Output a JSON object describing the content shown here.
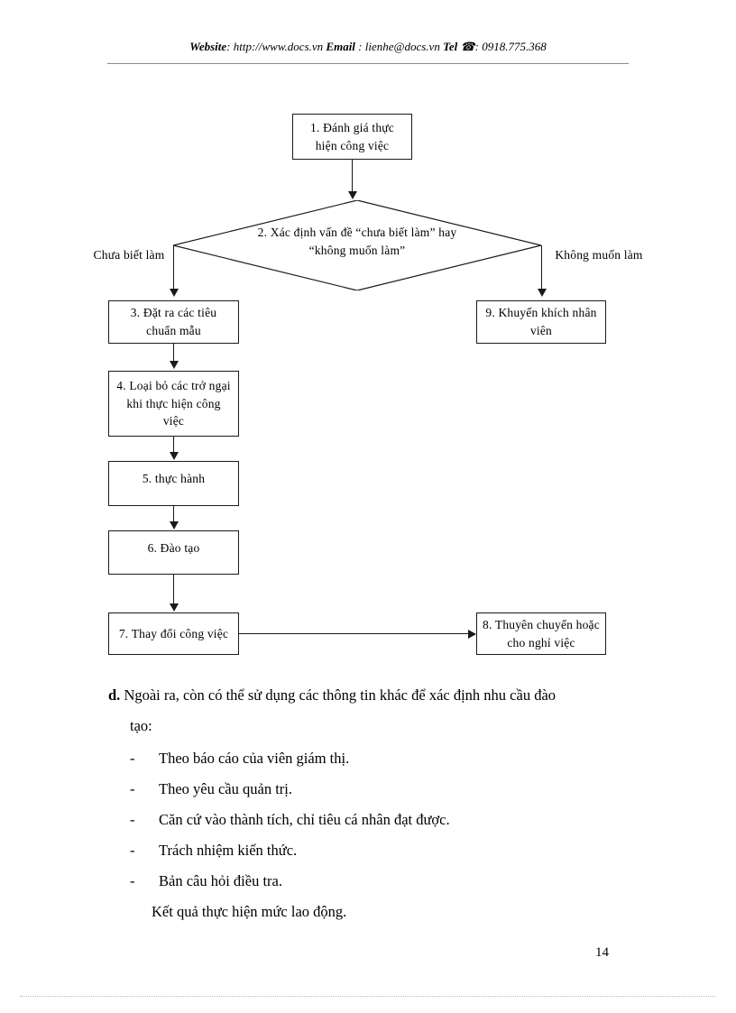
{
  "header": {
    "website_label": "Website",
    "website_value": ": http://www.docs.vn",
    "email_label": "Email",
    "email_value": ": lienhe@docs.vn",
    "tel_label": "Tel",
    "tel_icon": "telephone-icon",
    "tel_value": ": 0918.775.368"
  },
  "flowchart": {
    "box1": "1. Đánh giá thực hiện công việc",
    "diamond": "2. Xác định vấn đề “chưa biết làm” hay “không muốn làm”",
    "branch_left": "Chưa biết làm",
    "branch_right": "Không muốn làm",
    "box3": "3. Đặt ra các tiêu chuẩn mẫu",
    "box4": "4. Loại bỏ các trở ngại khi thực hiện công việc",
    "box5": "5. thực hành",
    "box6": "6. Đào tạo",
    "box7": "7. Thay đổi công việc",
    "box8": "8. Thuyên chuyển hoặc cho nghỉ việc",
    "box9": "9. Khuyến khích nhân viên"
  },
  "body": {
    "paragraph_marker": "d.",
    "paragraph_line1": "Ngoài ra, còn có thể sử dụng các thông tin khác để xác định nhu cầu đào",
    "paragraph_line2": "tạo:",
    "bullet_marker": "-",
    "bullets": [
      "Theo báo cáo của viên giám thị.",
      "Theo yêu cầu quản trị.",
      "Căn cứ vào thành tích, chỉ tiêu cá nhân đạt được.",
      "Trách nhiệm kiến thức.",
      "Bản câu hỏi điều tra."
    ],
    "closing": "Kết quả thực hiện mức lao động."
  },
  "footer": {
    "page_number": "14"
  },
  "colors": {
    "ink": "#000000",
    "line": "#1a1a1a",
    "rule": "#8a8a8a",
    "page": "#ffffff"
  }
}
